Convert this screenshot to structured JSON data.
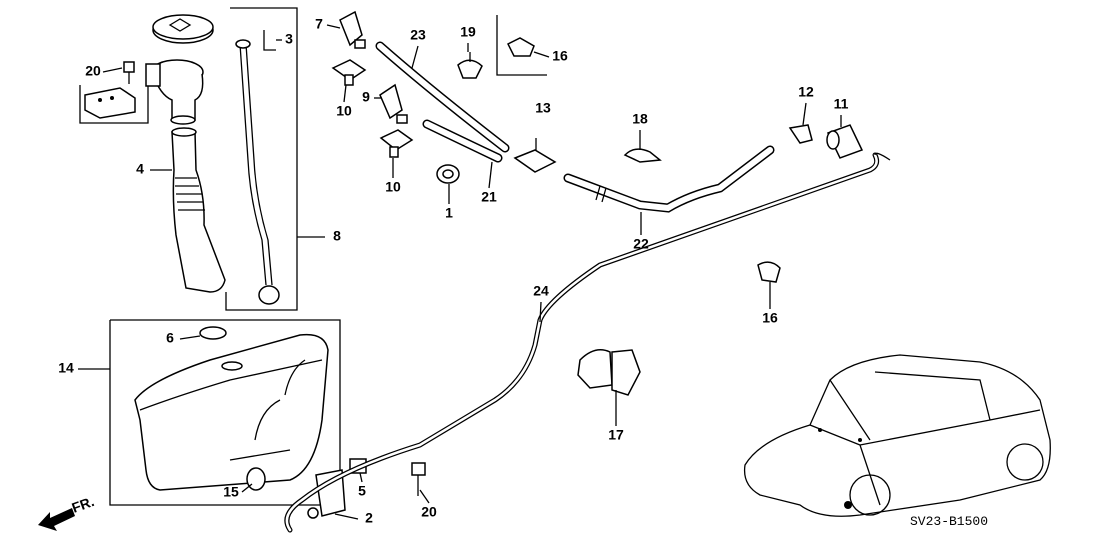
{
  "diagram": {
    "code": "SV23-B1500",
    "direction_label": "FR.",
    "callouts": {
      "c3": "3",
      "c20a": "20",
      "c4": "4",
      "c8": "8",
      "c6": "6",
      "c14": "14",
      "c15": "15",
      "c5": "5",
      "c2": "2",
      "c20b": "20",
      "c7": "7",
      "c10a": "10",
      "c9": "9",
      "c10b": "10",
      "c23": "23",
      "c19": "19",
      "c16a": "16",
      "c13": "13",
      "c18": "18",
      "c1": "1",
      "c21": "21",
      "c22": "22",
      "c12": "12",
      "c11": "11",
      "c24": "24",
      "c16b": "16",
      "c17": "17"
    }
  }
}
